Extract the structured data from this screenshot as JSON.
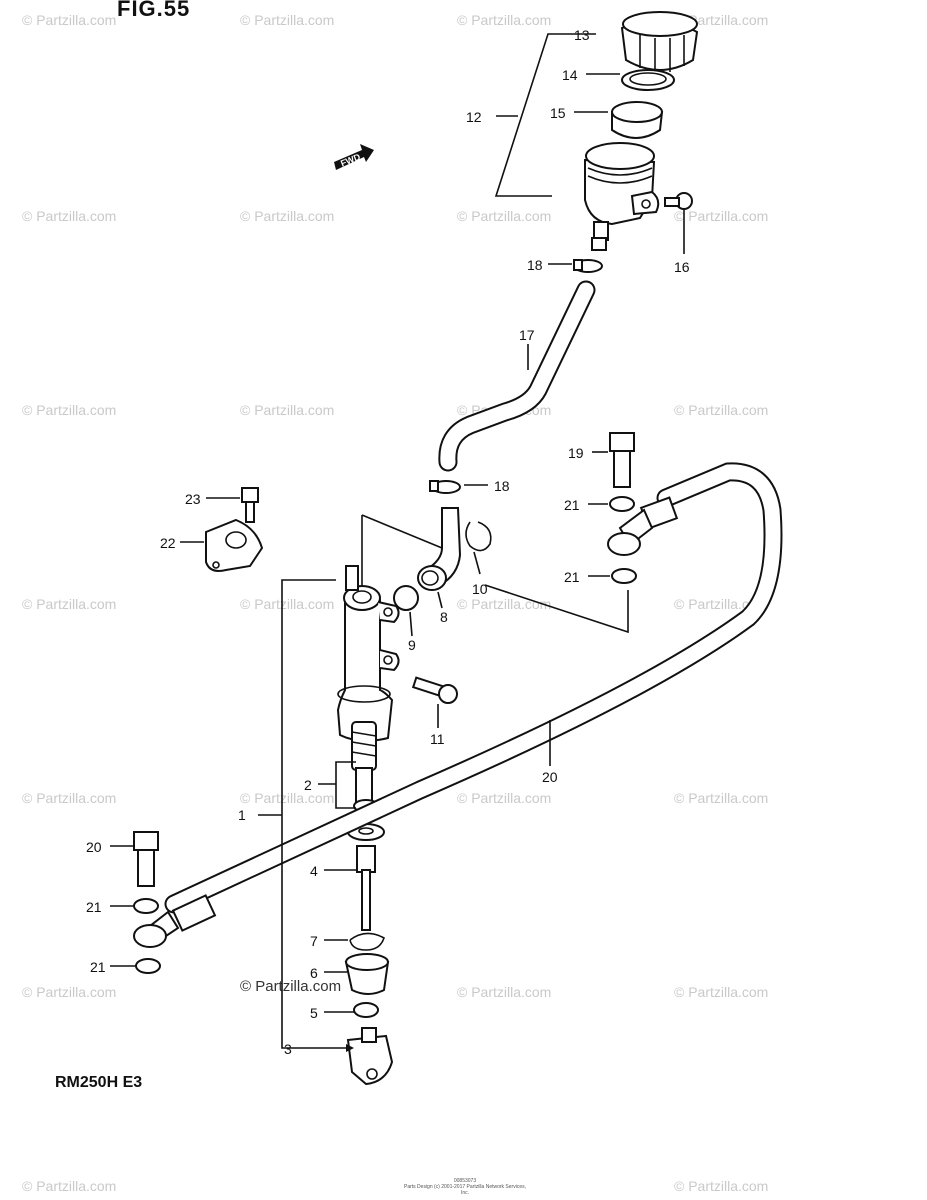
{
  "figure_title": "FIG.55",
  "model_code": "RM250H E3",
  "fwd_label": "FWD",
  "watermark_text": "© Partzilla.com",
  "footer_text": "Parts Design (c) 2001-2017 Partzilla Network Services, Inc.",
  "footer_code": "00853073",
  "part_callouts": [
    "1",
    "2",
    "3",
    "4",
    "5",
    "6",
    "7",
    "8",
    "9",
    "10",
    "11",
    "12",
    "13",
    "14",
    "15",
    "16",
    "17",
    "18",
    "18",
    "19",
    "20",
    "20",
    "21",
    "21",
    "21",
    "21",
    "22",
    "23"
  ]
}
